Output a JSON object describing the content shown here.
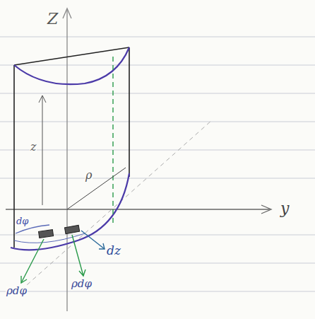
{
  "diagram": {
    "labels": [
      "Z",
      "y",
      "z",
      "ρ",
      "dφ",
      "dz",
      "ρdφ",
      "ρdφ"
    ]
  }
}
